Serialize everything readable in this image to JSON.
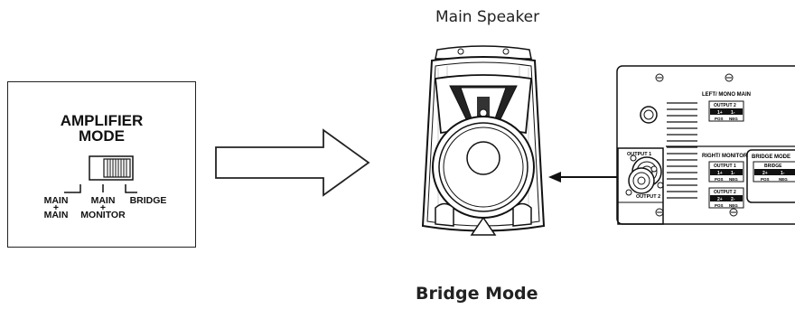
{
  "main_speaker_title": "Main Speaker",
  "caption": "Bridge Mode",
  "amplifier": {
    "line1": "AMPLIFIER",
    "line2": "MODE",
    "positions": [
      {
        "top": "MAIN",
        "mid": "+",
        "bottom": "MAIN"
      },
      {
        "top": "MAIN",
        "mid": "+",
        "bottom": "MONITOR"
      },
      {
        "top": "BRIDGE",
        "mid": "",
        "bottom": ""
      }
    ]
  },
  "panel": {
    "left_mono_main": "LEFT/ MONO MAIN",
    "right_monitor": "RIGHT/ MONITOR",
    "bridge_mode": "BRIDGE MODE",
    "output1_jack": "OUTPUT 1",
    "output2_jack": "OUTPUT 2",
    "box_output2": {
      "title": "OUTPUT 2",
      "cells": [
        "1+",
        "1-"
      ],
      "labels": [
        "POS",
        "NEG"
      ]
    },
    "box_output1": {
      "title": "OUTPUT 1",
      "cells": [
        "1+",
        "1-"
      ],
      "labels": [
        "POS",
        "NEG"
      ]
    },
    "box_output2b": {
      "title": "OUTPUT 2",
      "cells": [
        "2+",
        "2-"
      ],
      "labels": [
        "POS",
        "NEG"
      ]
    },
    "box_bridge": {
      "title": "BRIDGE",
      "cells": [
        "2+",
        "1-"
      ],
      "labels": [
        "POS",
        "NEG"
      ]
    }
  }
}
